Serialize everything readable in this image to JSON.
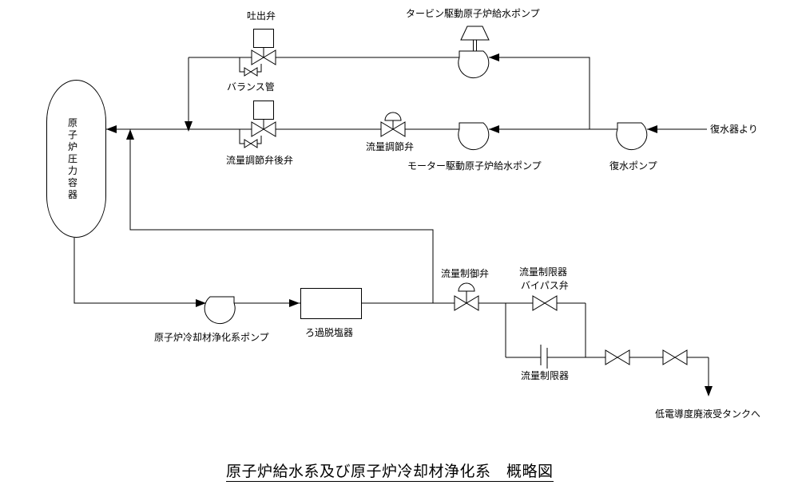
{
  "diagram": {
    "title": "原子炉給水系及び原子炉冷却材浄化系　概略図",
    "vessel_label": "原子炉圧力容器",
    "labels": {
      "turbine_pump": "タービン駆動原子炉給水ポンプ",
      "discharge_valve": "吐出弁",
      "balance_pipe": "バランス管",
      "fcv_after_valve": "流量調節弁後弁",
      "flow_control_valve_feed": "流量調節弁",
      "motor_pump": "モーター駆動原子炉給水ポンプ",
      "condensate_pump": "復水ポンプ",
      "from_condenser": "復水器より",
      "purification_pump": "原子炉冷却材浄化系ポンプ",
      "filter_demineralizer": "ろ過脱塩器",
      "flow_control_valve_cuw": "流量制御弁",
      "restrictor_bypass_line1": "流量制限器",
      "restrictor_bypass_line2": "バイパス弁",
      "flow_restrictor": "流量制限器",
      "to_waste_tank": "低電導度廃液受タンクへ"
    },
    "colors": {
      "line": "#000000",
      "background": "#ffffff"
    }
  }
}
